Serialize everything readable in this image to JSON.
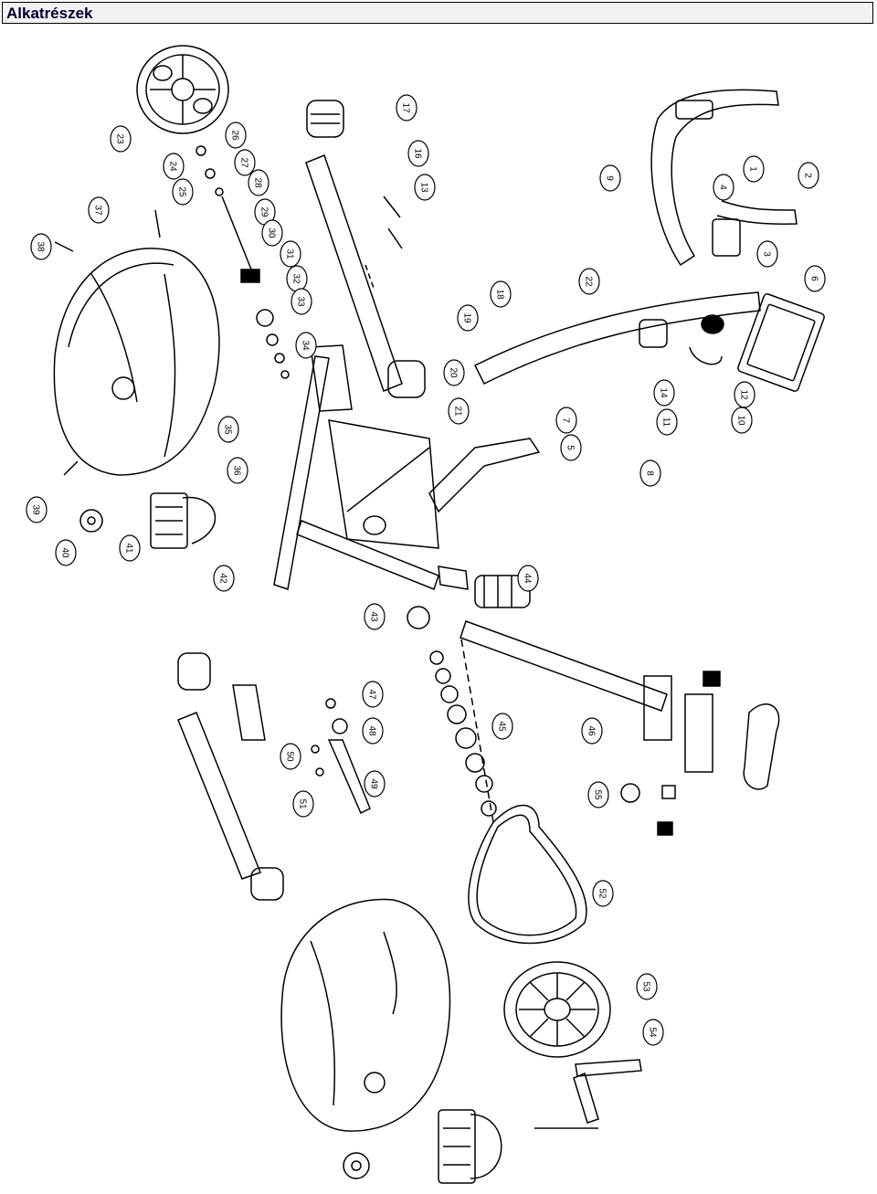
{
  "header": {
    "title": "Alkatrészek"
  },
  "diagram": {
    "callouts": [
      "17",
      "16",
      "13",
      "9",
      "4",
      "2",
      "1",
      "3",
      "6",
      "14",
      "12",
      "10",
      "11",
      "5",
      "8",
      "7",
      "18",
      "19",
      "20",
      "21",
      "22",
      "23",
      "24",
      "25",
      "26",
      "27",
      "28",
      "29",
      "30",
      "31",
      "32",
      "33",
      "34",
      "35",
      "36",
      "37",
      "38",
      "39",
      "40",
      "41",
      "42",
      "43",
      "44",
      "45",
      "46",
      "47",
      "48",
      "49",
      "50",
      "51",
      "52",
      "53",
      "54",
      "55"
    ]
  }
}
